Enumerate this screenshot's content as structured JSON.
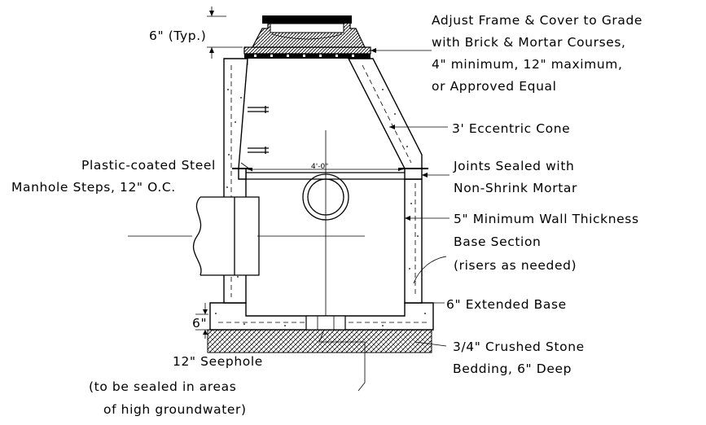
{
  "labels": {
    "typ_dim": "6\" (Typ.)",
    "frame_1": "Adjust Frame & Cover to Grade",
    "frame_2": "with Brick & Mortar Courses,",
    "frame_3": "4\" minimum, 12\" maximum,",
    "frame_4": "or Approved Equal",
    "cone": "3' Eccentric Cone",
    "steps_1": "Plastic-coated Steel",
    "steps_2": "Manhole Steps, 12\" O.C.",
    "joints_1": "Joints Sealed with",
    "joints_2": "Non-Shrink Mortar",
    "width_dim": "4'-0\"",
    "wall": "5\" Minimum Wall Thickness",
    "base_1": "Base Section",
    "base_2": "(risers as needed)",
    "ext_base": "6\" Extended Base",
    "base_dim": "6\"",
    "stone_1": "3/4\" Crushed Stone",
    "stone_2": "Bedding, 6\" Deep",
    "seep_1": "12\" Seephole",
    "seep_2": "(to be sealed in areas",
    "seep_3": "of high groundwater)"
  }
}
